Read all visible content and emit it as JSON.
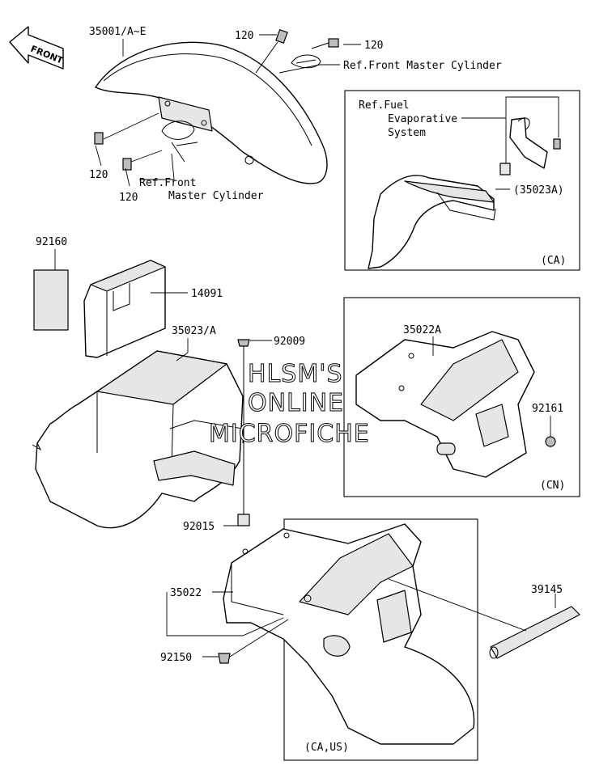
{
  "direction": {
    "label": "FRONT"
  },
  "labels": {
    "p35001": "35001/A~E",
    "p120a": "120",
    "p120b": "120",
    "p120c": "120",
    "p120d": "120",
    "ref_master_top": "Ref.Front Master Cylinder",
    "ref_master_l1": "Ref.Front",
    "ref_master_l2": "Master Cylinder",
    "ref_fuel_l1": "Ref.Fuel",
    "ref_fuel_l2": "Evaporative",
    "ref_fuel_l3": "System",
    "p35023A_paren": "(35023A)",
    "ca_box": "(CA)",
    "p92160": "92160",
    "p14091": "14091",
    "p35023": "35023/A",
    "p92009": "92009",
    "p35022A": "35022A",
    "p92161": "92161",
    "cn_box": "(CN)",
    "p92015": "92015",
    "p35022": "35022",
    "p39145": "39145",
    "p92150": "92150",
    "caus_box": "(CA,US)"
  },
  "watermark": {
    "line1": "HLSM'S",
    "line2": "ONLINE",
    "line3": "MICROFICHE"
  }
}
